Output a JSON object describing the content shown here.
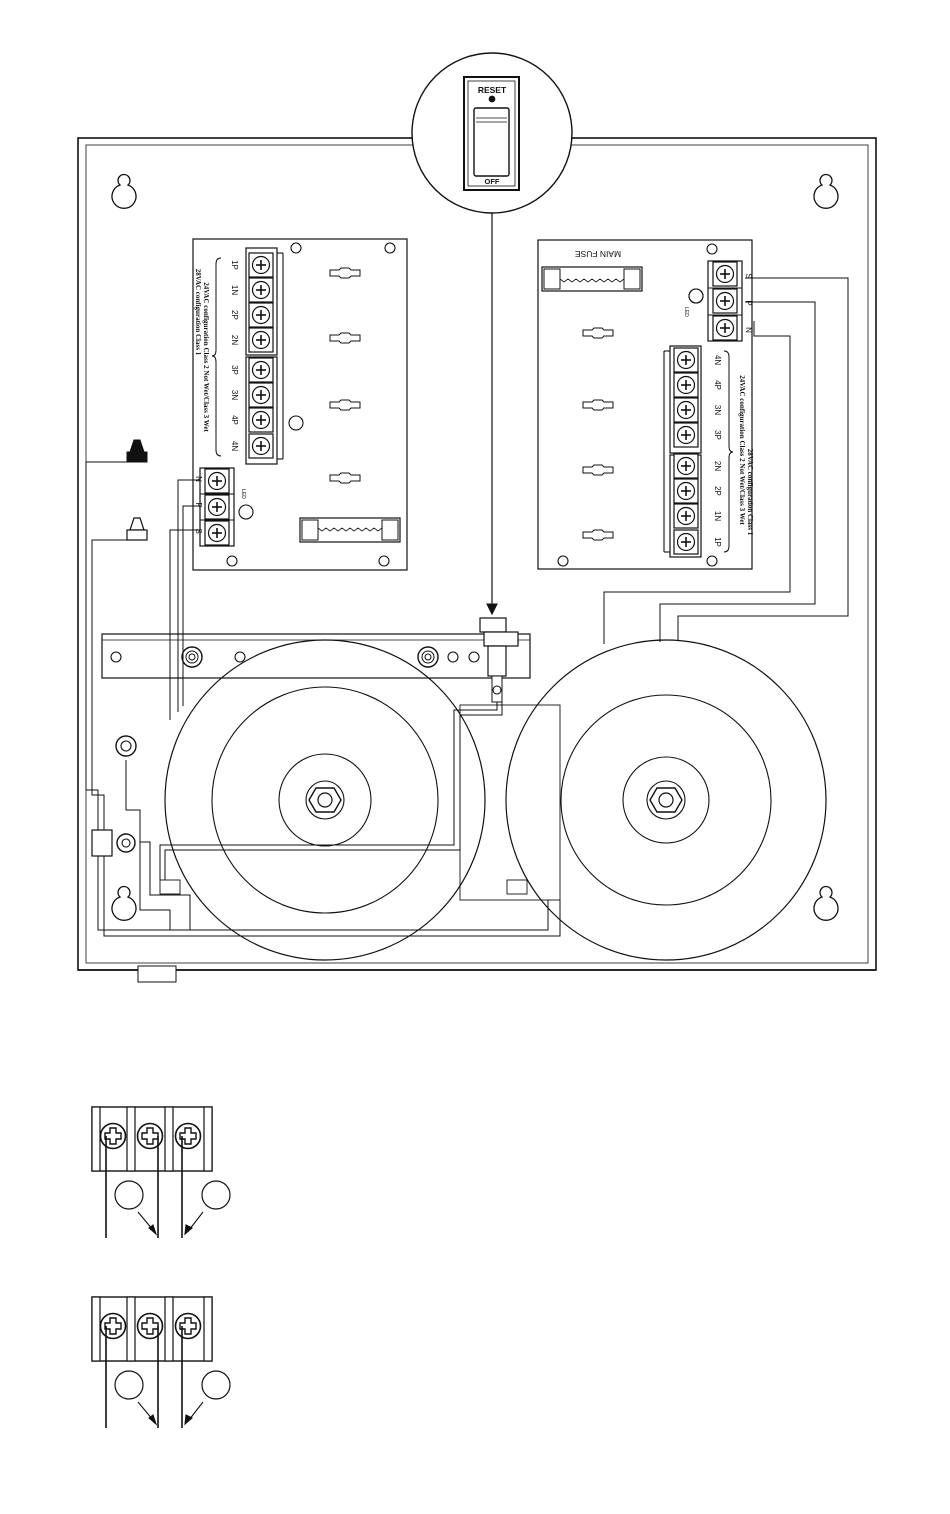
{
  "switch": {
    "top_label": "RESET",
    "bottom_label": "OFF"
  },
  "left_board": {
    "terminals": [
      "1P",
      "1N",
      "2P",
      "2N",
      "3P",
      "3N",
      "4P",
      "4N"
    ],
    "config_line1": "24VAC configuration Class 2 Not Wet/Class 3 Wet",
    "config_line2": "28VAC configuration Class 1",
    "input_terminals": [
      "N",
      "P",
      "S"
    ],
    "led_label": "LED"
  },
  "right_board": {
    "fuse_label": "MAIN FUSE",
    "input_terminals": [
      "S",
      "P",
      "N"
    ],
    "led_label": "LED",
    "terminals": [
      "4N",
      "4P",
      "3N",
      "3P",
      "2N",
      "2P",
      "1N",
      "1P"
    ],
    "config_line1": "24VAC configuration Class 2 Not Wet/Class 3 Wet",
    "config_line2": "28VAC configuration Class 1"
  }
}
